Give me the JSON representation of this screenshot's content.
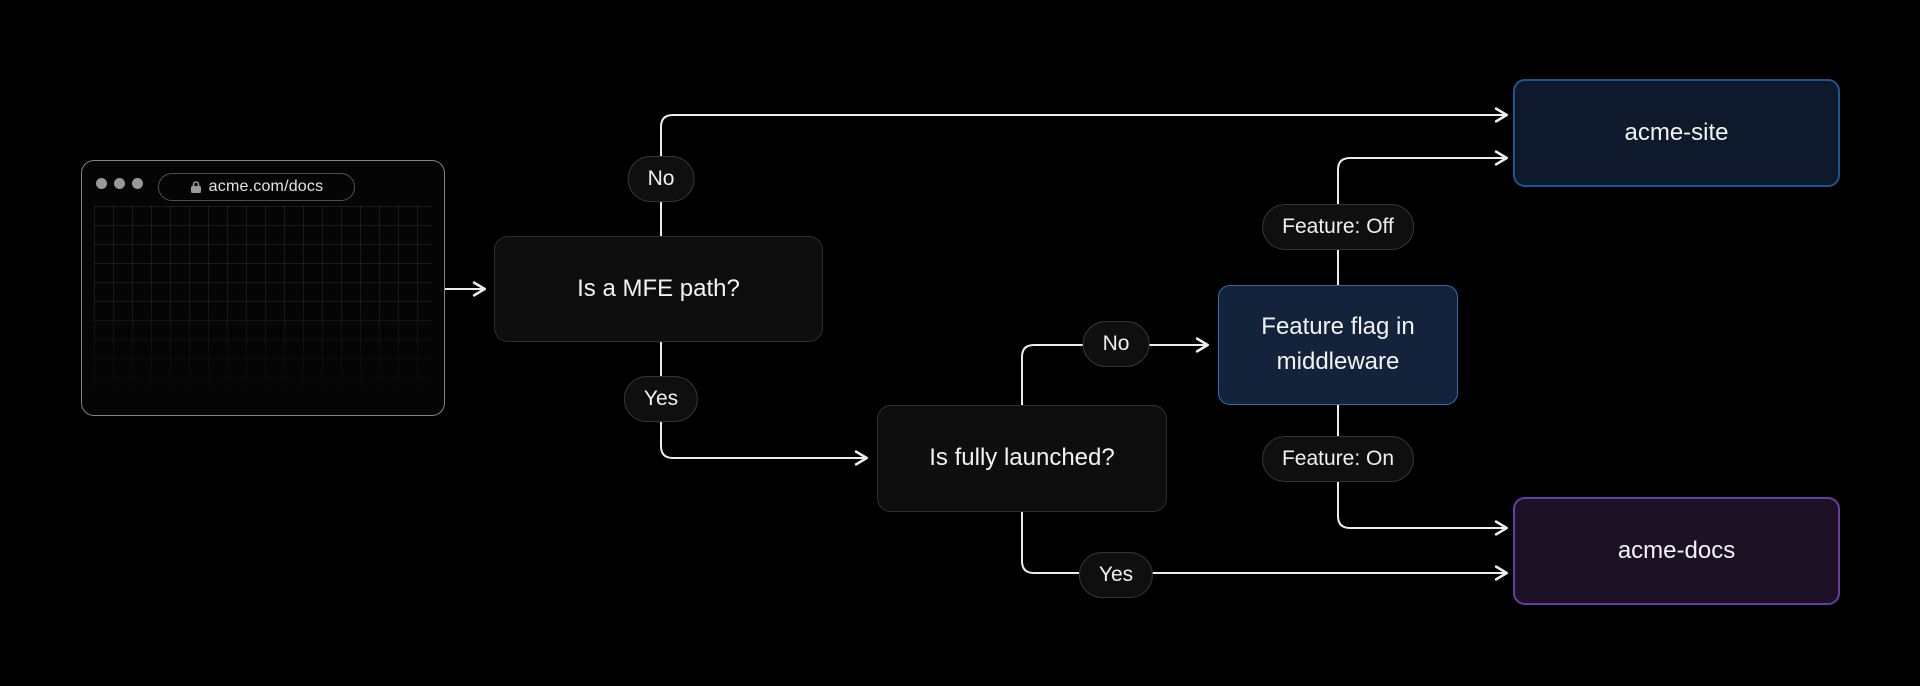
{
  "diagram": {
    "browser": {
      "url": "acme.com/docs"
    },
    "nodes": {
      "mfe_path": {
        "label": "Is a MFE path?"
      },
      "fully_launched": {
        "label": "Is fully launched?"
      },
      "feature_flag": {
        "label": "Feature flag in middleware"
      },
      "acme_site": {
        "label": "acme-site"
      },
      "acme_docs": {
        "label": "acme-docs"
      }
    },
    "edge_labels": {
      "mfe_no": "No",
      "mfe_yes": "Yes",
      "launched_no": "No",
      "launched_yes": "Yes",
      "feature_off": "Feature: Off",
      "feature_on": "Feature: On"
    },
    "colors": {
      "background": "#000000",
      "connector_line": "#ededed",
      "node_dark_bg": "#0e0e0e",
      "node_dark_border": "#2f2f2f",
      "feature_node_bg": "#13233c",
      "feature_node_border": "#2f6cb3",
      "acme_site_bg": "#0e1a2b",
      "acme_site_border": "#1d5492",
      "acme_docs_bg": "#1d1126",
      "acme_docs_border": "#6a3da5",
      "text": "#f3f3f3"
    }
  }
}
